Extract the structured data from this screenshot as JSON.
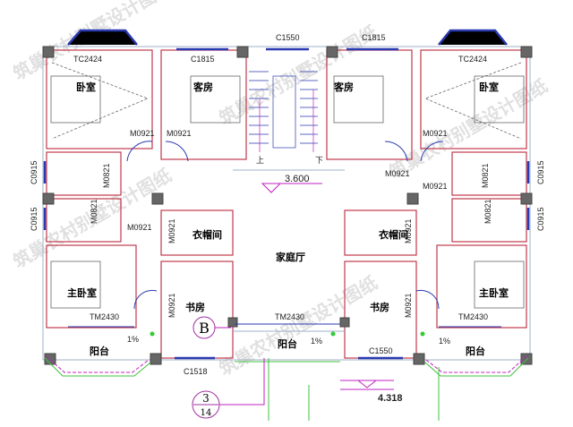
{
  "watermark": "筑巢农村别墅设计图纸",
  "rooms": {
    "bedroom_left": "卧室",
    "bedroom_right": "卧室",
    "guest_left": "客房",
    "guest_right": "客房",
    "closet_left": "衣帽间",
    "closet_right": "衣帽间",
    "family_hall": "家庭厅",
    "master_left": "主卧室",
    "master_right": "主卧室",
    "study_left": "书房",
    "study_right": "书房",
    "balcony_left": "阳台",
    "balcony_center": "阳台",
    "balcony_right": "阳台"
  },
  "windows": {
    "tc_left": "TC2424",
    "tc_right": "TC2424",
    "c1815_left": "C1815",
    "c1815_right": "C1815",
    "c1550_top": "C1550",
    "c1550_bottom": "C1550",
    "c1518": "C1518",
    "c0915_a": "C0915",
    "c0915_b": "C0915",
    "c0915_c": "C0915",
    "c0915_d": "C0915"
  },
  "doors": {
    "m0921": "M0921",
    "m0821": "M0821",
    "tm2430": "TM2430"
  },
  "stairs": {
    "up": "上",
    "down": "下"
  },
  "elevation_floor": "3.600",
  "elevation_lower": "4.318",
  "slope": "1%",
  "axis_label": "B",
  "detail_ref": {
    "num": "3",
    "sheet": "14"
  },
  "colors": {
    "wall": "#c0394b",
    "window": "#2a3ab0",
    "annotation": "#c020c0",
    "outline": "#40c040"
  }
}
